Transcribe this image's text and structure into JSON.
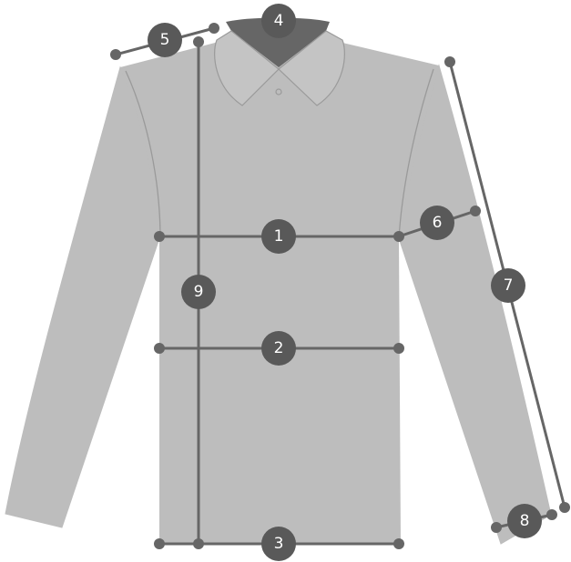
{
  "diagram": {
    "colors": {
      "garment": "#bdbdbd",
      "garment_outline": "#9a9a9a",
      "collar_band": "#666666",
      "line": "#666666",
      "badge": "#595959",
      "badge_text": "#ffffff"
    },
    "labels": {
      "chest": "1",
      "waist": "2",
      "hem": "3",
      "collar": "4",
      "shoulder": "5",
      "armhole": "6",
      "sleeve": "7",
      "cuff": "8",
      "length": "9"
    }
  }
}
